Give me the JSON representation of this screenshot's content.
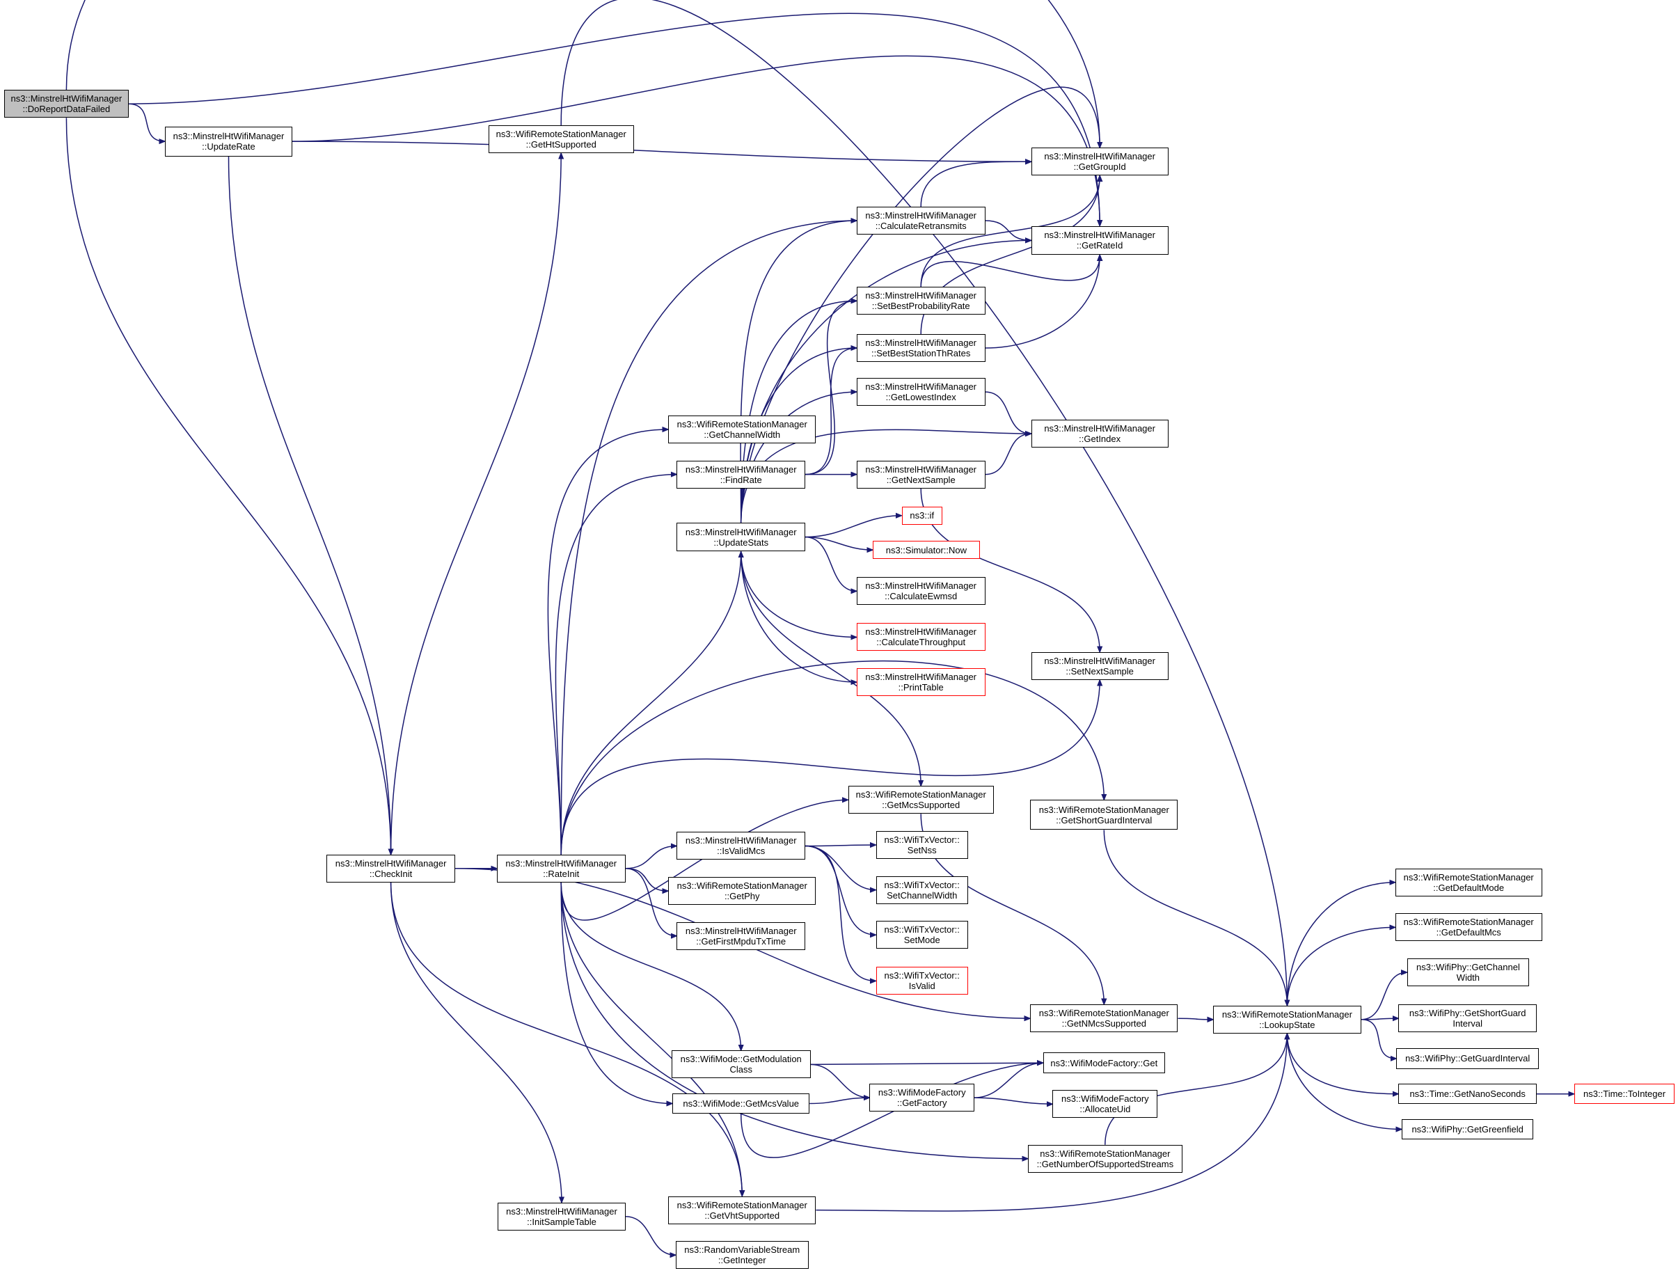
{
  "graph": {
    "edge_color": "#191970",
    "root_fill": "#bfbfbf",
    "truncated_border": "#ff0000",
    "nodes": {
      "doReportDataFailed": {
        "lines": [
          "ns3::MinstrelHtWifiManager",
          "::DoReportDataFailed"
        ],
        "root": true
      },
      "updateRate": {
        "lines": [
          "ns3::MinstrelHtWifiManager",
          "::UpdateRate"
        ]
      },
      "getHtSupported": {
        "lines": [
          "ns3::WifiRemoteStationManager",
          "::GetHtSupported"
        ]
      },
      "getGroupId": {
        "lines": [
          "ns3::MinstrelHtWifiManager",
          "::GetGroupId"
        ]
      },
      "calculateRetransmits": {
        "lines": [
          "ns3::MinstrelHtWifiManager",
          "::CalculateRetransmits"
        ]
      },
      "getRateId": {
        "lines": [
          "ns3::MinstrelHtWifiManager",
          "::GetRateId"
        ]
      },
      "setBestProbabilityRate": {
        "lines": [
          "ns3::MinstrelHtWifiManager",
          "::SetBestProbabilityRate"
        ]
      },
      "setBestStationThRates": {
        "lines": [
          "ns3::MinstrelHtWifiManager",
          "::SetBestStationThRates"
        ]
      },
      "getLowestIndex": {
        "lines": [
          "ns3::MinstrelHtWifiManager",
          "::GetLowestIndex"
        ]
      },
      "getChannelWidth": {
        "lines": [
          "ns3::WifiRemoteStationManager",
          "::GetChannelWidth"
        ]
      },
      "getIndex": {
        "lines": [
          "ns3::MinstrelHtWifiManager",
          "::GetIndex"
        ]
      },
      "findRate": {
        "lines": [
          "ns3::MinstrelHtWifiManager",
          "::FindRate"
        ]
      },
      "getNextSample": {
        "lines": [
          "ns3::MinstrelHtWifiManager",
          "::GetNextSample"
        ]
      },
      "nsIf": {
        "lines": [
          "ns3::if"
        ],
        "truncated": true
      },
      "updateStats": {
        "lines": [
          "ns3::MinstrelHtWifiManager",
          "::UpdateStats"
        ]
      },
      "simulatorNow": {
        "lines": [
          "ns3::Simulator::Now"
        ],
        "truncated": true
      },
      "calculateEwmsd": {
        "lines": [
          "ns3::MinstrelHtWifiManager",
          "::CalculateEwmsd"
        ]
      },
      "calculateThroughput": {
        "lines": [
          "ns3::MinstrelHtWifiManager",
          "::CalculateThroughput"
        ],
        "truncated": true
      },
      "printTable": {
        "lines": [
          "ns3::MinstrelHtWifiManager",
          "::PrintTable"
        ],
        "truncated": true
      },
      "setNextSample": {
        "lines": [
          "ns3::MinstrelHtWifiManager",
          "::SetNextSample"
        ]
      },
      "getMcsSupported": {
        "lines": [
          "ns3::WifiRemoteStationManager",
          "::GetMcsSupported"
        ]
      },
      "getShortGuardInterval": {
        "lines": [
          "ns3::WifiRemoteStationManager",
          "::GetShortGuardInterval"
        ]
      },
      "checkInit": {
        "lines": [
          "ns3::MinstrelHtWifiManager",
          "::CheckInit"
        ]
      },
      "rateInit": {
        "lines": [
          "ns3::MinstrelHtWifiManager",
          "::RateInit"
        ]
      },
      "isValidMcs": {
        "lines": [
          "ns3::MinstrelHtWifiManager",
          "::IsValidMcs"
        ]
      },
      "setNss": {
        "lines": [
          "ns3::WifiTxVector::",
          "SetNss"
        ]
      },
      "getDefaultMode": {
        "lines": [
          "ns3::WifiRemoteStationManager",
          "::GetDefaultMode"
        ]
      },
      "getPhy": {
        "lines": [
          "ns3::WifiRemoteStationManager",
          "::GetPhy"
        ]
      },
      "setChannelWidth": {
        "lines": [
          "ns3::WifiTxVector::",
          "SetChannelWidth"
        ]
      },
      "getDefaultMcs": {
        "lines": [
          "ns3::WifiRemoteStationManager",
          "::GetDefaultMcs"
        ]
      },
      "getFirstMpduTxTime": {
        "lines": [
          "ns3::MinstrelHtWifiManager",
          "::GetFirstMpduTxTime"
        ]
      },
      "setMode": {
        "lines": [
          "ns3::WifiTxVector::",
          "SetMode"
        ]
      },
      "phyGetChannelWidth": {
        "lines": [
          "ns3::WifiPhy::GetChannel",
          "Width"
        ]
      },
      "isValid": {
        "lines": [
          "ns3::WifiTxVector::",
          "IsValid"
        ],
        "truncated": true
      },
      "getNMcsSupported": {
        "lines": [
          "ns3::WifiRemoteStationManager",
          "::GetNMcsSupported"
        ]
      },
      "lookupState": {
        "lines": [
          "ns3::WifiRemoteStationManager",
          "::LookupState"
        ]
      },
      "phyGetShortGuardInterval": {
        "lines": [
          "ns3::WifiPhy::GetShortGuard",
          "Interval"
        ]
      },
      "getModulationClass": {
        "lines": [
          "ns3::WifiMode::GetModulation",
          "Class"
        ]
      },
      "factoryGet": {
        "lines": [
          "ns3::WifiModeFactory::Get"
        ]
      },
      "phyGetGuardInterval": {
        "lines": [
          "ns3::WifiPhy::GetGuardInterval"
        ]
      },
      "getFactory": {
        "lines": [
          "ns3::WifiModeFactory",
          "::GetFactory"
        ]
      },
      "getMcsValue": {
        "lines": [
          "ns3::WifiMode::GetMcsValue"
        ]
      },
      "allocateUid": {
        "lines": [
          "ns3::WifiModeFactory",
          "::AllocateUid"
        ]
      },
      "getNanoSeconds": {
        "lines": [
          "ns3::Time::GetNanoSeconds"
        ]
      },
      "toInteger": {
        "lines": [
          "ns3::Time::ToInteger"
        ],
        "truncated": true
      },
      "phyGetGreenfield": {
        "lines": [
          "ns3::WifiPhy::GetGreenfield"
        ]
      },
      "getNumberOfSupportedStreams": {
        "lines": [
          "ns3::WifiRemoteStationManager",
          "::GetNumberOfSupportedStreams"
        ]
      },
      "initSampleTable": {
        "lines": [
          "ns3::MinstrelHtWifiManager",
          "::InitSampleTable"
        ]
      },
      "getVhtSupported": {
        "lines": [
          "ns3::WifiRemoteStationManager",
          "::GetVhtSupported"
        ]
      },
      "rvsGetInteger": {
        "lines": [
          "ns3::RandomVariableStream",
          "::GetInteger"
        ]
      }
    },
    "edges": [
      [
        "doReportDataFailed",
        "updateRate"
      ],
      [
        "doReportDataFailed",
        "getGroupId"
      ],
      [
        "doReportDataFailed",
        "getRateId"
      ],
      [
        "doReportDataFailed",
        "checkInit"
      ],
      [
        "updateRate",
        "getGroupId"
      ],
      [
        "updateRate",
        "getRateId"
      ],
      [
        "updateRate",
        "checkInit"
      ],
      [
        "checkInit",
        "getHtSupported"
      ],
      [
        "checkInit",
        "rateInit"
      ],
      [
        "checkInit",
        "getNMcsSupported"
      ],
      [
        "checkInit",
        "initSampleTable"
      ],
      [
        "checkInit",
        "getVhtSupported"
      ],
      [
        "getHtSupported",
        "lookupState"
      ],
      [
        "rateInit",
        "calculateRetransmits"
      ],
      [
        "rateInit",
        "getChannelWidth"
      ],
      [
        "rateInit",
        "findRate"
      ],
      [
        "rateInit",
        "updateStats"
      ],
      [
        "rateInit",
        "setNextSample"
      ],
      [
        "rateInit",
        "getShortGuardInterval"
      ],
      [
        "rateInit",
        "isValidMcs"
      ],
      [
        "rateInit",
        "getPhy"
      ],
      [
        "rateInit",
        "getFirstMpduTxTime"
      ],
      [
        "rateInit",
        "getMcsSupported"
      ],
      [
        "rateInit",
        "getModulationClass"
      ],
      [
        "rateInit",
        "getMcsValue"
      ],
      [
        "rateInit",
        "getNumberOfSupportedStreams"
      ],
      [
        "rateInit",
        "getVhtSupported"
      ],
      [
        "calculateRetransmits",
        "getGroupId"
      ],
      [
        "calculateRetransmits",
        "getRateId"
      ],
      [
        "setBestProbabilityRate",
        "getGroupId"
      ],
      [
        "setBestProbabilityRate",
        "getRateId"
      ],
      [
        "setBestStationThRates",
        "getGroupId"
      ],
      [
        "setBestStationThRates",
        "getRateId"
      ],
      [
        "getLowestIndex",
        "getIndex"
      ],
      [
        "findRate",
        "setBestProbabilityRate"
      ],
      [
        "findRate",
        "setBestStationThRates"
      ],
      [
        "findRate",
        "getNextSample"
      ],
      [
        "getNextSample",
        "getIndex"
      ],
      [
        "getNextSample",
        "setNextSample"
      ],
      [
        "updateStats",
        "getGroupId"
      ],
      [
        "updateStats",
        "calculateRetransmits"
      ],
      [
        "updateStats",
        "getRateId"
      ],
      [
        "updateStats",
        "setBestProbabilityRate"
      ],
      [
        "updateStats",
        "setBestStationThRates"
      ],
      [
        "updateStats",
        "getLowestIndex"
      ],
      [
        "updateStats",
        "getIndex"
      ],
      [
        "updateStats",
        "nsIf"
      ],
      [
        "updateStats",
        "simulatorNow"
      ],
      [
        "updateStats",
        "calculateEwmsd"
      ],
      [
        "updateStats",
        "calculateThroughput"
      ],
      [
        "updateStats",
        "printTable"
      ],
      [
        "updateStats",
        "getMcsSupported"
      ],
      [
        "isValidMcs",
        "setNss"
      ],
      [
        "isValidMcs",
        "setChannelWidth"
      ],
      [
        "isValidMcs",
        "setMode"
      ],
      [
        "isValidMcs",
        "isValid"
      ],
      [
        "getMcsSupported",
        "getNMcsSupported"
      ],
      [
        "getShortGuardInterval",
        "lookupState"
      ],
      [
        "getNMcsSupported",
        "lookupState"
      ],
      [
        "getModulationClass",
        "factoryGet"
      ],
      [
        "getModulationClass",
        "getFactory"
      ],
      [
        "getMcsValue",
        "getFactory"
      ],
      [
        "getMcsValue",
        "factoryGet"
      ],
      [
        "getFactory",
        "factoryGet"
      ],
      [
        "getFactory",
        "allocateUid"
      ],
      [
        "getNumberOfSupportedStreams",
        "lookupState"
      ],
      [
        "getVhtSupported",
        "lookupState"
      ],
      [
        "initSampleTable",
        "rvsGetInteger"
      ],
      [
        "lookupState",
        "getDefaultMode"
      ],
      [
        "lookupState",
        "getDefaultMcs"
      ],
      [
        "lookupState",
        "phyGetChannelWidth"
      ],
      [
        "lookupState",
        "phyGetShortGuardInterval"
      ],
      [
        "lookupState",
        "phyGetGuardInterval"
      ],
      [
        "lookupState",
        "getNanoSeconds"
      ],
      [
        "lookupState",
        "phyGetGreenfield"
      ],
      [
        "getNanoSeconds",
        "toInteger"
      ]
    ]
  }
}
